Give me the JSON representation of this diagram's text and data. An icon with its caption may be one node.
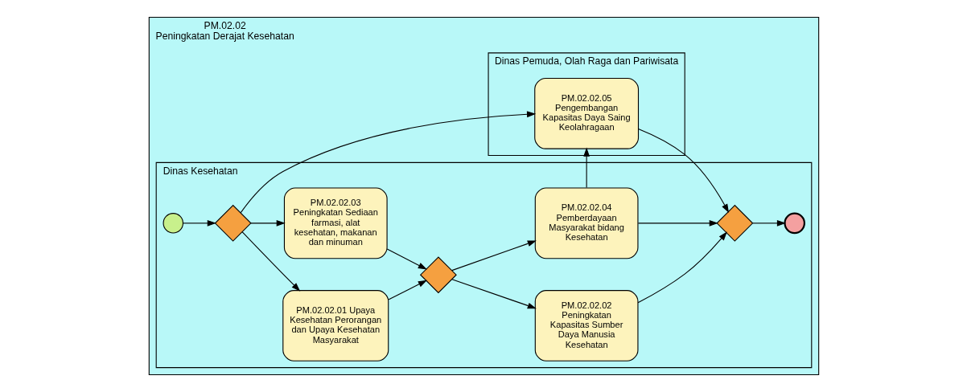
{
  "diagram": {
    "nodes": [
      {
        "text": [
          "PM.02.02",
          "Peningkatan Derajat Kesehatan"
        ]
      },
      {
        "text": [
          "Dinas Kesehatan"
        ],
        "in": 0
      },
      {
        "text": [
          "Dinas Pemuda, Olah Raga dan Pariwisata"
        ],
        "in": 0
      },
      {
        "text": [],
        "shape": "circle",
        "in": 1
      },
      {
        "text": [],
        "shape": "diamond",
        "in": 1
      },
      {
        "text": [
          "PM.02.02.01 Upaya Kesehatan Perorangan dan Upaya Kesehatan Masyarakat"
        ],
        "in": 1
      },
      {
        "text": [
          "PM.02.02.03 Peningkatan Sediaan farmasi, alat kesehatan, makanan dan minuman"
        ],
        "in": 1
      },
      {
        "text": [],
        "shape": "diamond",
        "in": 1
      },
      {
        "text": [
          "PM.02.02.02 Peningkatan Kapasitas Sumber Daya Manusia Kesehatan"
        ],
        "in": 1
      },
      {
        "text": [
          "PM.02.02.04 Pemberdayaan Masyarakat bidang Kesehatan"
        ],
        "in": 1
      },
      {
        "text": [],
        "shape": "diamond",
        "in": 1
      },
      {
        "text": [],
        "shape": "circle",
        "in": 1
      },
      {
        "text": [
          "PM.02.02.05 Pengembangan Kapasitas Daya Saing Keolahragaan"
        ],
        "in": 2
      }
    ],
    "edges": [
      {
        "from": 3,
        "to": 4,
        "arrow": "to"
      },
      {
        "from": 4,
        "to": 5,
        "arrow": "to"
      },
      {
        "from": 4,
        "to": 6,
        "arrow": "to"
      },
      {
        "from": 5,
        "to": 7,
        "arrow": "to"
      },
      {
        "from": 6,
        "to": 7,
        "arrow": "to"
      },
      {
        "from": 7,
        "to": 8,
        "arrow": "to"
      },
      {
        "from": 7,
        "to": 9,
        "arrow": "to"
      },
      {
        "from": 8,
        "to": 10,
        "arrow": "to"
      },
      {
        "from": 9,
        "to": 10,
        "arrow": "to"
      },
      {
        "from": 10,
        "to": 11,
        "arrow": "to"
      },
      {
        "from": 4,
        "to": 12,
        "arrow": "to"
      },
      {
        "from": 9,
        "to": 12,
        "arrow": "to"
      },
      {
        "from": 12,
        "to": 10,
        "arrow": "to"
      }
    ]
  }
}
